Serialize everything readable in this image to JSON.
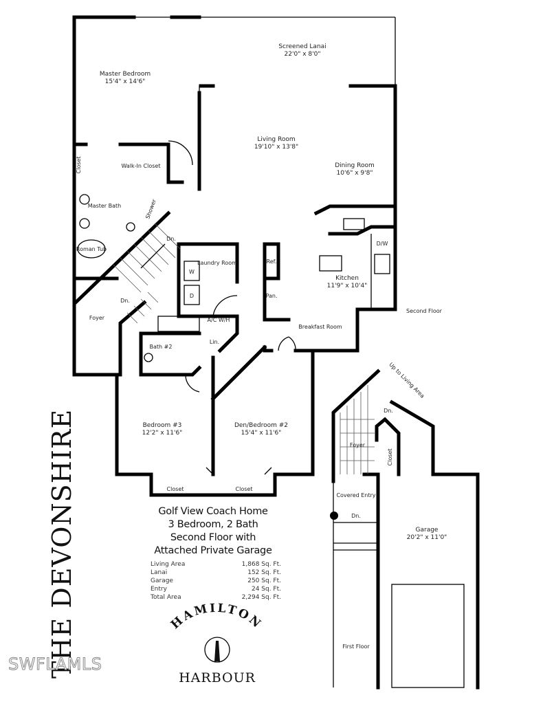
{
  "plan_name": "THE DEVONSHIRE",
  "rooms": {
    "screened_lanai": {
      "name": "Screened Lanai",
      "size": "22'0\" x 8'0\""
    },
    "master_bedroom": {
      "name": "Master Bedroom",
      "size": "15'4\" x 14'6\""
    },
    "living_room": {
      "name": "Living Room",
      "size": "19'10\" x 13'8\""
    },
    "dining_room": {
      "name": "Dining Room",
      "size": "10'6\" x 9'8\""
    },
    "kitchen": {
      "name": "Kitchen",
      "size": "11'9\" x 10'4\""
    },
    "bedroom3": {
      "name": "Bedroom #3",
      "size": "12'2\" x 11'6\""
    },
    "den_bedroom2": {
      "name": "Den/Bedroom #2",
      "size": "15'4\" x 11'6\""
    },
    "garage": {
      "name": "Garage",
      "size": "20'2\" x 11'0\""
    }
  },
  "labels": {
    "closet": "Closet",
    "walk_in_closet": "Walk-In Closet",
    "master_bath": "Master Bath",
    "shower": "Shower",
    "roman_tub": "Roman Tub",
    "dn": "Dn.",
    "foyer": "Foyer",
    "laundry_room": "Laundry Room",
    "washer": "W",
    "dryer": "D",
    "ac_wh": "A/C W/H",
    "lin": "Lin.",
    "bath2": "Bath #2",
    "ref": "Ref.",
    "pan": "Pan.",
    "dw": "D/W",
    "breakfast_room": "Breakfast Room",
    "second_floor": "Second Floor",
    "first_floor": "First Floor",
    "up_to_living_area": "Up to Living Area",
    "covered_entry": "Covered Entry"
  },
  "summary": {
    "headline": [
      "Golf View Coach Home",
      "3 Bedroom, 2 Bath",
      "Second Floor with",
      "Attached Private Garage"
    ],
    "areas": [
      {
        "label": "Living Area",
        "value": "1,868 Sq. Ft."
      },
      {
        "label": "Lanai",
        "value": "152 Sq. Ft."
      },
      {
        "label": "Garage",
        "value": "250 Sq. Ft."
      },
      {
        "label": "Entry",
        "value": "24 Sq. Ft."
      },
      {
        "label": "Total Area",
        "value": "2,294 Sq. Ft."
      }
    ]
  },
  "logo": {
    "top": "HAMILTON",
    "bottom": "HARBOUR"
  },
  "watermark": "SWFLAMLS"
}
